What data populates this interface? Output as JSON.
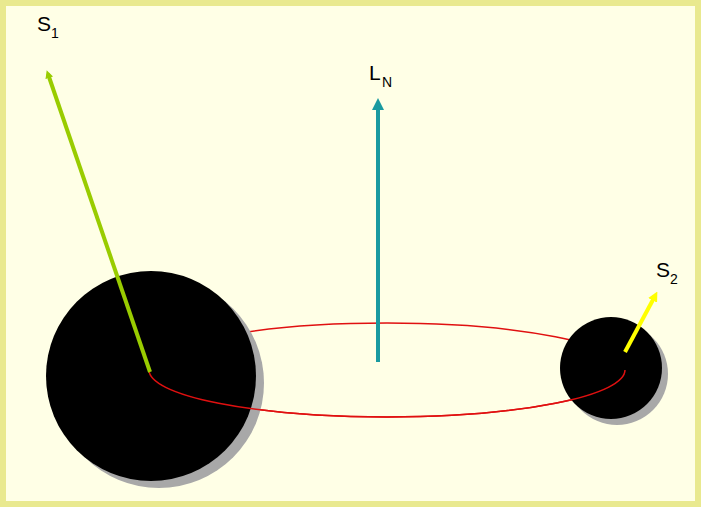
{
  "diagram": {
    "labels": [
      "S",
      "1",
      "L",
      "N",
      "S",
      "2"
    ]
  }
}
